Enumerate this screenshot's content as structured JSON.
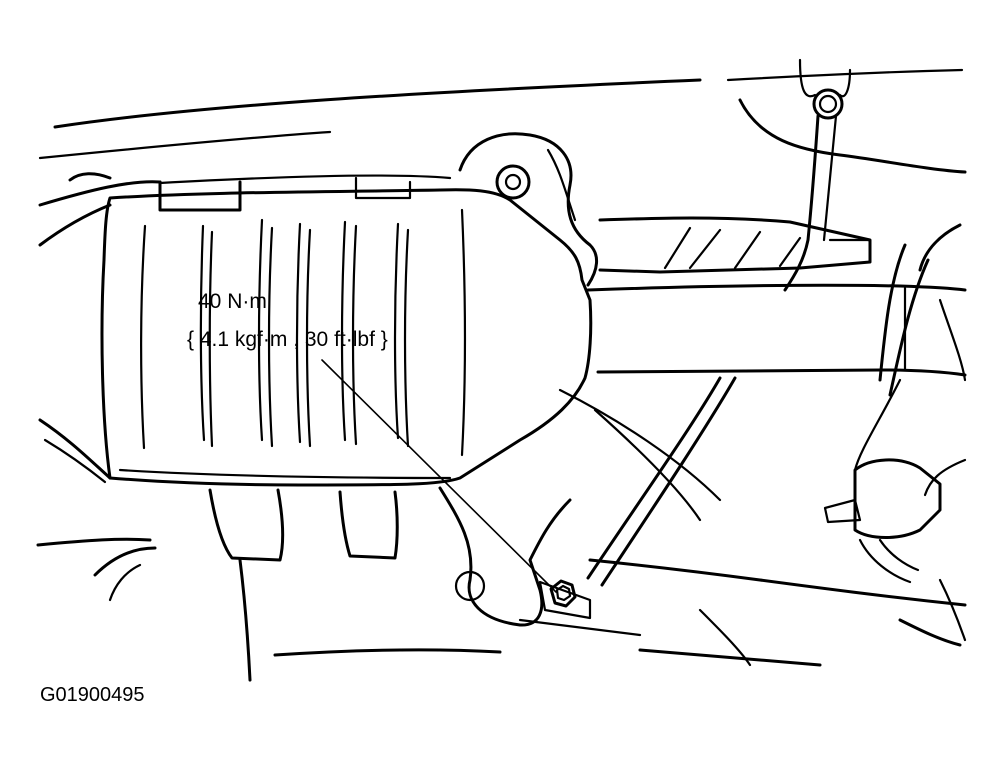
{
  "callout": {
    "torque_primary": "40 N·m",
    "torque_secondary": "{ 4.1 kgf·m , 30 ft·lbf }"
  },
  "figure_id": "G01900495"
}
